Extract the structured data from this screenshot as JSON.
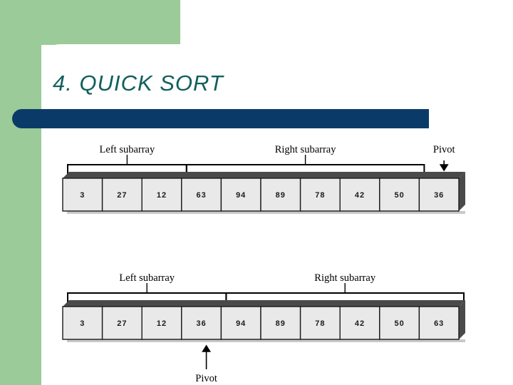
{
  "slide": {
    "title": "4. QUICK SORT",
    "accent_green": "#9bcb98",
    "accent_navy": "#0a3b68",
    "title_color": "#12605c"
  },
  "diagrams": [
    {
      "id": "before-swap",
      "cells": [
        "3",
        "27",
        "12",
        "63",
        "94",
        "89",
        "78",
        "42",
        "50",
        "36"
      ],
      "left_label": "Left subarray",
      "right_label": "Right subarray",
      "pivot_label": "Pivot",
      "left_span": [
        0,
        2
      ],
      "right_span": [
        3,
        8
      ],
      "pivot_index": 9,
      "pivot_position": "above"
    },
    {
      "id": "after-swap",
      "cells": [
        "3",
        "27",
        "12",
        "36",
        "94",
        "89",
        "78",
        "42",
        "50",
        "63"
      ],
      "left_label": "Left subarray",
      "right_label": "Right subarray",
      "pivot_label": "Pivot",
      "left_span": [
        0,
        3
      ],
      "right_span": [
        4,
        9
      ],
      "pivot_index": 3,
      "pivot_position": "below"
    }
  ]
}
